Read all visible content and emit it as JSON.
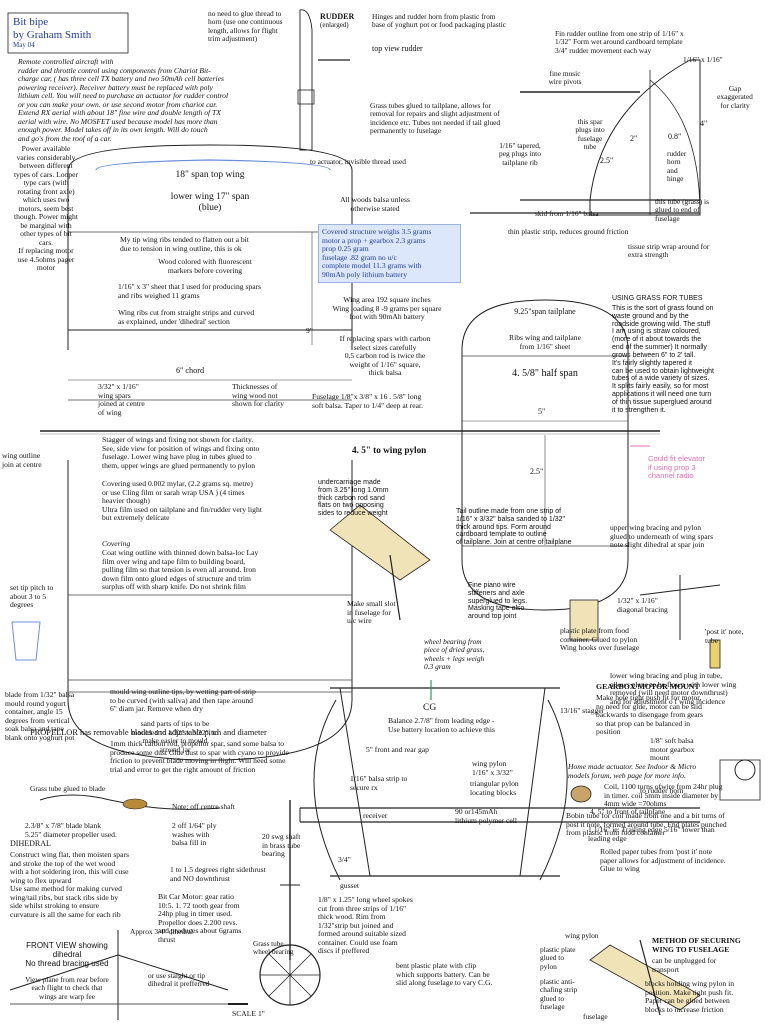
{
  "title": {
    "line1": "Bit bipe",
    "line2": "by Graham Smith",
    "date": "May 04"
  },
  "intro": "Remote controlled aircraft with\nrudder and throttle control using components from Chariot Bit-\ncharge car, ( has three cell TX battery and two 50mAh cell batteries\npowering receiver).  Receiver battery must be replaced with poly\nlithium cell.  You will need to purchase an actuator for rudder control\nor you can make your own.  or use second motor from chariot car.\n Extend RX aerial with about 18\" fine wire and double length of TX\naerial with wire.  No MOSFET used because model has more than\nenough power.  Model takes off  in its own length.  Will do touch\nand go's from the roof of a car.",
  "power_note": "Power available\nvaries considerably\nbetween different\ntypes of cars. Looper\ntype cars (with\nrotating front axle)\nwhich uses two\nmotors, seem best\nthough. Power might\nbe marginal with\nother types of bit\ncars.\nIf replacing motor\nuse 4.5ohms pager\nmotor",
  "top_notes": {
    "thread": "no need to glue thread to\nhorn (use one continuous\nlength, allows for flight\ntrim adjustment)",
    "rudder": "RUDDER",
    "rudder_sub": "(enlarged)",
    "hinges": "Hinges and rudder horn from plastic from\nbase of yoghurt pot or food packaging plastic",
    "top_view_rudder": "top view rudder",
    "fin_outline": "Fin rudder outline from one strip of  1/16\" x\n1/32\" Form wet around cardboard template\n3/4\" rudder movement each way",
    "fin_dim": "1/16\" x 1/16\"",
    "fine_music": "fine music\nwire pivots",
    "gap": "Gap\nexaggerated\nfor clarity",
    "grass_tubes": "Grass tubes glued to tailplane, allows for\nremoval for repairs and slight adjustment of\nincidence etc. Tubes not needed if tail glued\npermanently to fuselage",
    "spar_plugs": "this spar\nplugs into\nfuselage\ntube",
    "dim_2": "2\"",
    "dim_08": "0.8\"",
    "dim_4": "4\"",
    "dim_25": "2.5\"",
    "rudder_horn": "rudder\nhorn\nand\nhinge",
    "tapered_peg": "1/16\" tapered,\npeg plugs into\ntailplane rib",
    "actuator": "to actuator, invisible thread used",
    "grass_glue": "this tube (grass) is\nglued to end of\nfuselage",
    "skid": "skid from 1/16\" balsa",
    "thin_plastic": "thin plastic strip, reduces ground friction",
    "tissue": "tissue strip wrap around for\nextra strength"
  },
  "wing": {
    "span_top": "18\" span top wing",
    "span_lower": "lower wing 17\" span\n(blue)",
    "tip_ribs": "My tip wing ribs tended to flatten out a bit\ndue to tension in wing outline, this is ok",
    "wood": "Wood colored with fluorescent\nmarkers before  covering",
    "sheet": "1/16\" x 3\" sheet that I used for producing spars\nand ribs weighed 11 grams",
    "ribs_cut": "Wing ribs cut from straight strips and curved\nas explained, under 'dihedral' section",
    "dim_9": "9\"",
    "chord": "6\" chord",
    "spars": "3/32\" x 1/16\"\nwing spars\njoined at centre\nof wing",
    "thickness": "Thicknesses of\nwing wood not\nshown for clarity",
    "join": "wing outline\njoin at centre",
    "stagger": "Stagger  of wings and fixing  not shown for clarity.\nSee, side view for position of wings and fixing onto\nfuselage.  Lower wing have plug in tubes glued to\nthem, upper wings are glued permanently to pylon",
    "covering": "Covering used  0.002 mylar, (2.2 grams sq. metre)\nor use Cling film or sarah wrap USA ) (4 times\nheavier though)\nUltra film used on tailplane and fin/rudder very light\nbut extremely delicate",
    "covering_head": "Covering",
    "covering_text": "Coat wing outline with thinned down  balsa-loc  Lay\nfilm over wing and tape  film  to building board,\npulling film so that tension is even all  around. Iron\ndown film onto glued edges of structure and trim\nsurplus off with sharp knife. Do not shrink film",
    "tip_pitch": "set tip pitch to\nabout 3 to 5\ndegrees",
    "tips_mould": "mould wing outline tips, by wetting part of strip\nto be curved (with saliva) and then tape  around\n6\" diam jar. Remove when dry",
    "sand": "sand parts of tips to be\nmoulded to  1/32\" x 3/32\", to\nmake easier to  mould\n   around  jar",
    "blade": "blade from 1/32\" balsa\nmould round yogurt\ncontainer, angle 15\ndegrees from vertical\nsoak balsa and tape\nblank onto yoghurt pot"
  },
  "stats": {
    "woods": "All woods balsa unless\notherwise stated",
    "weights": "Covered structure weighs 3.5 grams\nmotor a prop + gearbox 2.3 grams\nprop 0.25 gram\nfuselage .82 gram no u/c\ncomplete model  11.3 grams with\n90mAh poly lithium battery",
    "loading": "Wing area  192 square inches\nWing loading  8 -9 grams per square\nfoot with 90mAh battery",
    "carbon": "If replacing spars with carbon\nselect sizes carefully\n0,5 carbon rod is twice the\nweight of 1/16\" square,\nthick balsa",
    "fuselage": "Fuselage 1/8\"x 3/8\" x   16 . 5/8\" long\nsoft balsa. Taper to 1/4\" deep at  rear.",
    "to_pylon": "4. 5\" to wing pylon"
  },
  "tail": {
    "span": "9.25\"span tailplane",
    "ribs": "Ribs wing and tailplane\nfrom 1/16\" sheet",
    "half": "4. 5/8\" half span",
    "dim_5": "5\"",
    "dim_25": "2.5\"",
    "elevator": "Could  fit elevator\nif using prop 3\nchannel radio",
    "outline": "Tail outline made from one strip of\n1/16\" x  3/32\" balsa sanded to 1/32\"\nthick around tips. Form around\ncardboard template to outline\nof tailplane. Join at centre of tailplane"
  },
  "grass": {
    "head": "USING GRASS  FOR TUBES",
    "text": "This is the sort of grass found on\nwaste ground and by the\nroadside growing wild.  The stuff\nI am using is straw coloured,\n(more of it  about towards the\nend of the summer) It normally\ngrows between 6\" to 2' tall.\nIt's fairly slightly tapered it\ncan be used to obtain lightweight\ntubes of a wide variety of sizes.\nIt splits fairly easily, so for most\napplications it will need one turn\nof thin tissue superglued around\nit to strengthen it."
  },
  "uc": {
    "undercarriage": "undercarriage made\nfrom 3.25\" long 1.0mm\nthick carbon rod sand\nflats on two opposing\nsides to reduce weight",
    "piano": "Fine piano wire\nstiffeners and axle\nsuperglued to legs.\nMasking tape also\naround top joint",
    "slot": "Make small slot\nin fuselage for\nu/c wire",
    "wheel": "wheel bearing  from\npiece of dried grass,\nwheels + legs weigh\n0.3 gram",
    "plastic_plate": "plastic plate from food\ncontainer. Glued to pylon\nWing hooks over fuselage",
    "upper_brace": "upper wing bracing and pylon\nglued to underneath of wing spars\nnote slight dihedral at spar join",
    "diag": "1/32\" x 1/16\"\ndiagonal bracing",
    "postit": "'post it' note,\ntube",
    "lower_brace": "lower wing bracing and plug in tube,\nallows plane to be flown with lower wing\nremoved (will need motor downthrust)\nand for adjustment  o f wing incidence"
  },
  "prop": {
    "head": "PROPELLOR",
    "head_rest": "has removable blades  and adjustable pitch and diameter",
    "text": "1mm thick carbon rod, propellor spar, sand some balsa to\nproduce some dust Glue dust to spar with cyano to provide\nfriction to prevent blade moving in flight. Will need some\ntrial and error to get the right amount of friction",
    "grass_tube": "Grass tube glued to blade",
    "offcentre": "Note: off centre shaft",
    "blank": "2.3/8\"  x  7/8\"  blade blank\n5.25\" diameter propeller used.",
    "washers": "2 off 1/64\" ply\nwashes with\nbalsa fill in",
    "swg": "20 swg shaft\nin brass tube\nbearing",
    "degrees": "1 to 1.5 degrees right sidethrust\nand NO downthrust",
    "motor": "Bit Car Motor: gear ratio\n10:5. 1.  72 tooth gear from\n24hp plug in timer  used.\nPropellor does 2.200 revs.\nand produces about 6grams\nthrust",
    "grass_wheel": "Grass tube\nwheel bearing"
  },
  "side": {
    "cg": "CG",
    "balance": "Balance  2.7/8\"  from leading edge -\nUse battery location to achieve this",
    "stagger": "13/16\" stagger",
    "front_gap": "5\" front and rear gap",
    "pylon": "wing pylon\n1/16\" x 3/32\"",
    "strip": "1/16\" balsa strip to\nsecure rx",
    "receiver": "receiver",
    "cell": "90 or145mAh\nlithium polymer cell",
    "blocks": "triangular pylon\nlocating blocks",
    "dim_34": "3/4\"",
    "gusset": "gusset",
    "wheels": "1/8\" x 1.25\" long wheel spokes\ncut from  three strips of 1/16\"\nthick  wood. Rim from\n1/32\"strip but joined and\nformed around suitable sized\ncontainer. Could use foam\ndiscs if preffered",
    "bent": "bent plastic plate with clip\nwhich supports battery. Can be\nslid along fuselage to vary C.G.",
    "to_horn": "to rudder horn",
    "front_tail": "4. 5\" to front of tailplane",
    "trailing": "1.1/16\" ie: Trailing edge  5/16\" lower than\nleading edge",
    "rolled": "Rolled paper tubes from 'post it' note\npaper allows for adjustment of incidence.\nGlue to wing"
  },
  "gearbox": {
    "head": "GEARBOX/MOTOR MOUNT",
    "text": "Make hole tight push fit for motor,\nno need for glue, motor can be slid\nbackwards to disengage from gears\nso that prop can be balanced in\nposition",
    "balsa": "1/8\" soft balsa\nmotor gearbox\nmount",
    "actuator": "Home made actuator.  See Indoor & Micro\nmodels forum, web page for more info.",
    "coil": "Coil, 1100 turns ofwire from 24hr plug\nin timer.  coil 5mm inside diameter by\n4mm wide =70ohms",
    "bobin": "Bobin tube for coil made from one and a bit turns of\npost it note, formed around  tube. End plates punched\nfrom plastic from food container"
  },
  "dihedral": {
    "head": "DIHEDRAL",
    "text": "Construct wing flat, then moisten spars\nand stroke the top of the wet wood\nwith a hot soldering iron, this will cuse\nwing to flex upward\nUse same method for making curved\nwing/tail ribs, but stack ribs side by\nside whilst stroking to ensure\ncurvature is all the same for each rib",
    "front_view": "FRONT VIEW showing\ndihedral\nNo thread bracing used",
    "approx": "Approx 3/4\" dihedral",
    "view_plane": "View plane from rear before\neach flight to check  that\nwings are warp fee",
    "straight": "or use staight  or tip\ndihedral it prefferred",
    "scale": "SCALE 1\""
  },
  "method": {
    "head": "METHOD OF SECURING\nWING TO FUSELAGE",
    "unplug": "can be unplugged for\ntransport",
    "wing_pylon": "wing pylon",
    "plate": "plastic plate\nglued to\npylon",
    "antichafe": "plastic anti-\nchafing strip\nglued to\nfuselage",
    "fuselage": "fuselage",
    "blocks": "blocks holding wing pylon in\nposition. Make tight push fit.\nPaper can be glued between\nblocks to increase friction"
  }
}
